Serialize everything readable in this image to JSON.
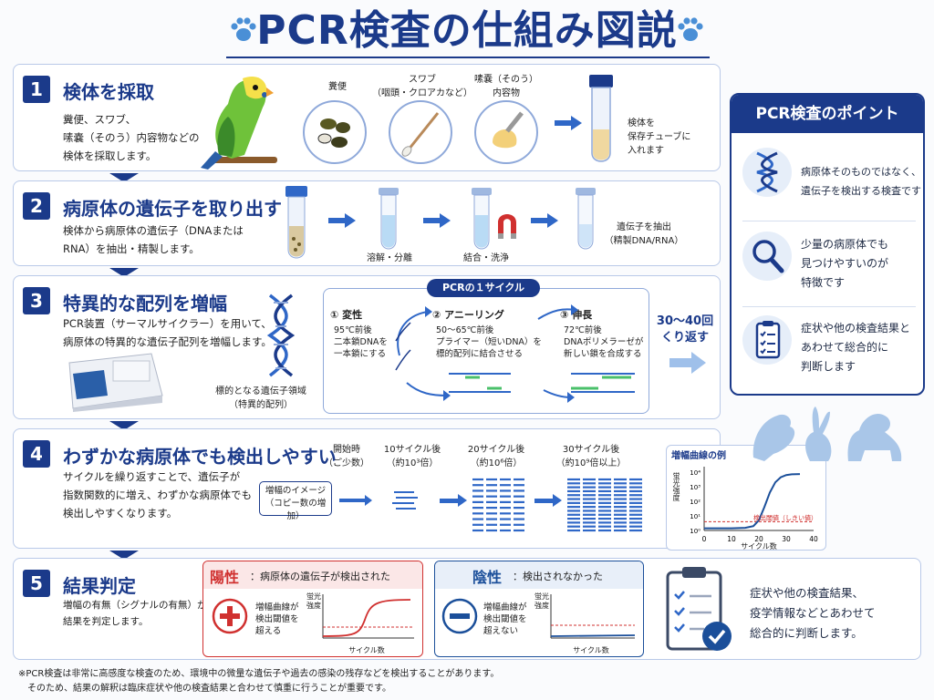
{
  "title": "PCR検査の仕組み図説",
  "steps": [
    {
      "num": "1",
      "title": "検体を採取",
      "desc": "糞便、スワブ、\n嗉嚢（そのう）内容物などの\n検体を採取します。"
    },
    {
      "num": "2",
      "title": "病原体の遺伝子を取り出す",
      "desc": "検体から病原体の遺伝子（DNAまたは\nRNA）を抽出・精製します。"
    },
    {
      "num": "3",
      "title": "特異的な配列を増幅",
      "desc": "PCR装置（サーマルサイクラー）を用いて、\n病原体の特異的な遺伝子配列を増幅します。"
    },
    {
      "num": "4",
      "title": "わずかな病原体でも検出しやすい",
      "desc": "サイクルを繰り返すことで、遺伝子が\n指数関数的に増え、わずかな病原体でも\n検出しやすくなります。"
    },
    {
      "num": "5",
      "title": "結果判定",
      "desc": "増幅の有無（シグナルの有無）から、\n結果を判定します。"
    }
  ],
  "step1": {
    "sample1": "糞便",
    "sample2": "スワブ\n（咽頭・クロアカなど）",
    "sample3": "嗉嚢（そのう）\n内容物",
    "tube_note": "検体を\n保存チューブに\n入れます"
  },
  "step2": {
    "lysis": "溶解・分離",
    "bind": "結合・洗浄",
    "extract": "遺伝子を抽出\n（精製DNA/RNA）"
  },
  "step3": {
    "target": "標的となる遺伝子領域\n（特異的配列）",
    "cycle_title": "PCRの１サイクル",
    "stage1_title": "① 変性",
    "stage1_desc": "95℃前後\n二本鎖DNAを\n一本鎖にする",
    "stage2_title": "② アニーリング",
    "stage2_desc": "50～65℃前後\nプライマー（短いDNA）を\n標的配列に結合させる",
    "stage3_title": "③ 伸長",
    "stage3_desc": "72℃前後\nDNAポリメラーゼが\n新しい鎖を合成する",
    "repeat": "30～40回\nくり返す"
  },
  "step4": {
    "image_label": "増幅のイメージ\n（コピー数の増加）",
    "c0": "開始時\n（ご少数）",
    "c10": "10サイクル後\n（約10³倍）",
    "c20": "20サイクル後\n（約10⁶倍）",
    "c30": "30サイクル後\n（約10⁹倍以上）"
  },
  "chart_data": {
    "type": "line",
    "title": "増幅曲線の例",
    "xlabel": "サイクル数",
    "ylabel": "蛍光強度",
    "x_ticks": [
      "0",
      "10",
      "20",
      "30",
      "40"
    ],
    "y_ticks": [
      "10⁰",
      "10¹",
      "10²",
      "10³",
      "10⁴"
    ],
    "threshold_label": "検出閾値（しきい値）",
    "xlim": [
      0,
      40
    ],
    "threshold_log10": 0.6,
    "x": [
      0,
      10,
      15,
      18,
      20,
      22,
      24,
      26,
      28,
      30,
      32,
      35
    ],
    "y_log10": [
      0.15,
      0.15,
      0.18,
      0.3,
      0.7,
      1.6,
      2.6,
      3.3,
      3.65,
      3.8,
      3.85,
      3.87
    ]
  },
  "step5": {
    "pos_word": "陽性",
    "pos_desc": "：病原体の遺伝子が検出された",
    "pos_note": "増幅曲線が\n検出閾値を\n超える",
    "neg_word": "陰性",
    "neg_desc": "：検出されなかった",
    "neg_note": "増幅曲線が\n検出閾値を\n超えない",
    "ylab": "蛍光\n強度",
    "xlab": "サイクル数",
    "final": "症状や他の検査結果、\n疫学情報などとあわせて\n総合的に判断します。"
  },
  "points": {
    "title": "PCR検査のポイント",
    "p1": "病原体そのものではなく、\n遺伝子を検出する検査です",
    "p2": "少量の病原体でも\n見つけやすいのが\n特徴です",
    "p3": "症状や他の検査結果と\nあわせて総合的に\n判断します"
  },
  "footer": "※PCR検査は非常に高感度な検査のため、環境中の微量な遺伝子や過去の感染の残存などを検出することがあります。\n　そのため、結果の解釈は臨床症状や他の検査結果と合わせて慎重に行うことが重要です。",
  "colors": {
    "primary": "#1b3a8a",
    "accent": "#2f67c7",
    "positive": "#d0302f",
    "negative": "#1b4f9a"
  }
}
